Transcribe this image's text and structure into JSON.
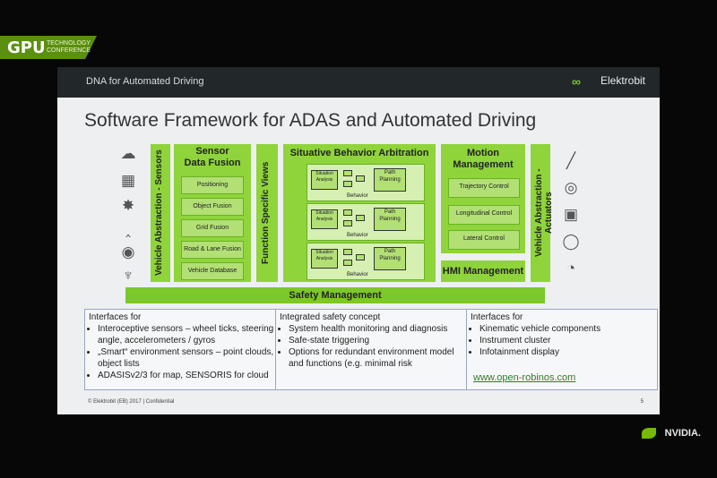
{
  "banner": {
    "gpu": "GPU",
    "technology": "TECHNOLOGY",
    "conference": "CONFERENCE"
  },
  "slide": {
    "header": "DNA for Automated Driving",
    "brand": "Elektrobit",
    "title": "Software Framework for ADAS and Automated Driving",
    "vertical_sensors": "Vehicle Abstraction - Sensors",
    "sensor_fusion": {
      "title_line1": "Sensor",
      "title_line2": "Data Fusion",
      "items": [
        "Positioning",
        "Object Fusion",
        "Grid Fusion",
        "Road & Lane Fusion",
        "Vehicle Database"
      ]
    },
    "function_views": "Function Specific Views",
    "behavior_arbitration": {
      "title": "Situative Behavior Arbitration",
      "groups": [
        {
          "sa": "Situation Analysis",
          "pp": "Path Planning",
          "behavior": "Behavior"
        },
        {
          "sa": "Situation Analysis",
          "pp": "Path Planning",
          "behavior": "Behavior"
        },
        {
          "sa": "Situation Analysis",
          "pp": "Path Planning",
          "behavior": "Behavior"
        }
      ]
    },
    "motion": {
      "title_line1": "Motion",
      "title_line2": "Management",
      "items": [
        "Trajectory Control",
        "Longitudinal Control",
        "Lateral Control"
      ]
    },
    "hmi": "HMI Management",
    "vertical_actuators": "Vehicle Abstraction - Actuators",
    "safety": "Safety Management",
    "bottom": {
      "col1": {
        "title": "Interfaces for",
        "items": [
          "Interoceptive sensors – wheel ticks, steering angle, accelerometers / gyros",
          "„Smart“ environment sensors – point clouds, object lists",
          "ADASISv2/3 for map, SENSORIS for cloud"
        ]
      },
      "col2": {
        "title": "Integrated safety concept",
        "items": [
          "System health monitoring and diagnosis",
          "Safe-state triggering",
          "Options for redundant environment model and functions (e.g. minimal risk"
        ]
      },
      "col3": {
        "title": "Interfaces for",
        "items": [
          "Kinematic vehicle components",
          "Instrument cluster",
          "Infotainment display"
        ]
      },
      "link": "www.open-robinos.com"
    },
    "footer": "© Elektrobit (EB) 2017 | Confidential",
    "page": "5",
    "icons_left": [
      "cloud-icon",
      "map-icon",
      "lidar-icon",
      "radar-icon",
      "camera-icon",
      "satellite-icon"
    ],
    "icons_right": [
      "seat-icon",
      "brake-icon",
      "engine-icon",
      "steering-wheel-icon",
      "gauge-icon"
    ]
  },
  "nvidia": "NVIDIA."
}
